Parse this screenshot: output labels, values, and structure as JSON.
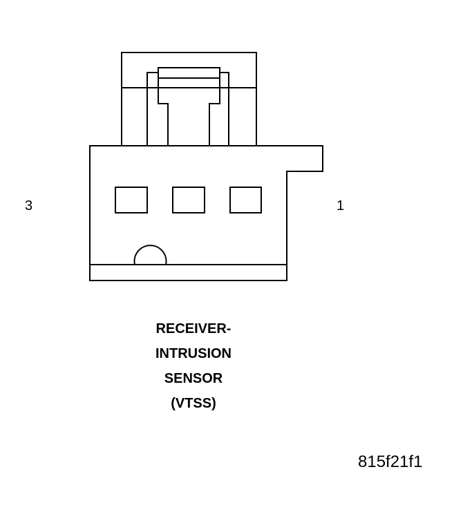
{
  "connector": {
    "pin_left_label": "3",
    "pin_right_label": "1",
    "cavity_count": 3
  },
  "title": {
    "lines": [
      "RECEIVER-",
      "INTRUSION",
      "SENSOR",
      "(VTSS)"
    ]
  },
  "figure_id": "815f21f1",
  "colors": {
    "stroke": "#000000",
    "background": "#ffffff"
  }
}
